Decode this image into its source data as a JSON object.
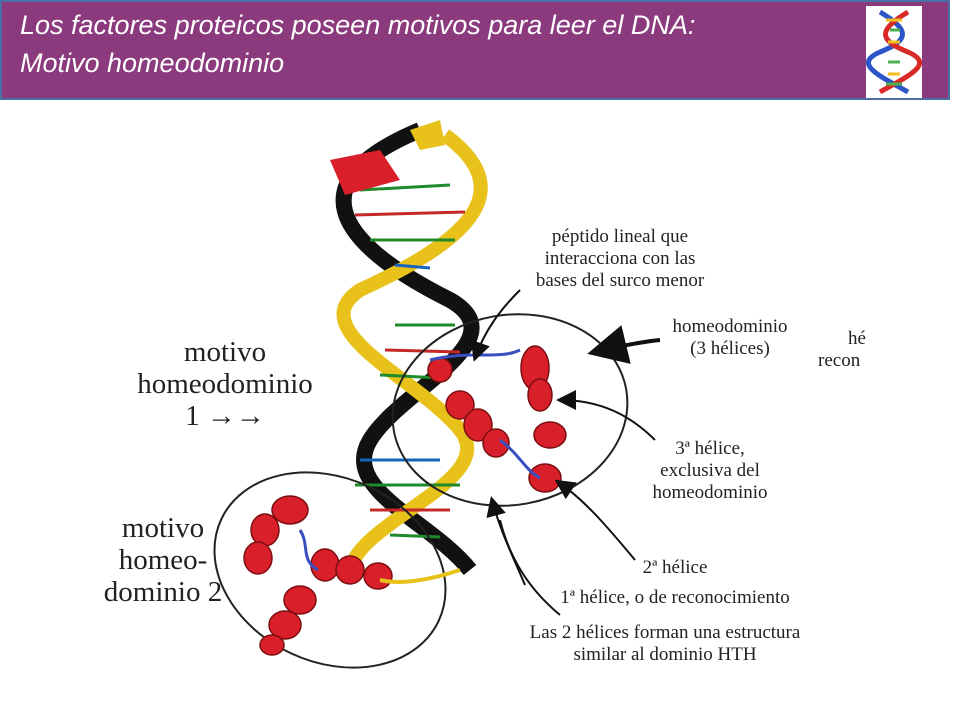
{
  "slide": {
    "title_line1": "Los factores proteicos poseen motivos para leer el DNA:",
    "title_line2": "Motivo homeodominio",
    "colors": {
      "header_bg": "#8b3a7e",
      "header_border": "#4a6fa5",
      "helix": "#d9202a",
      "dna_backbone": "#111111",
      "dna_strand": "#e8c21b"
    }
  },
  "logo": {
    "icon": "dna-double-helix-icon"
  },
  "labels": {
    "motivo1": {
      "line1": "motivo",
      "line2": "homeodominio",
      "line3": "1 →→"
    },
    "motivo2": {
      "line1": "motivo",
      "line2": "homeo-",
      "line3": "dominio 2"
    },
    "peptido": {
      "line1": "péptido lineal que",
      "line2": "interacciona con las",
      "line3": "bases del surco menor"
    },
    "homeodominio": {
      "line1": "homeodominio",
      "line2": "(3 hélices)"
    },
    "cut_right": {
      "line1": "hé",
      "line2": "recon"
    },
    "helice3": {
      "line1": "3ª hélice,",
      "line2": "exclusiva del",
      "line3": "homeodominio"
    },
    "helice2": {
      "text": "2ª hélice"
    },
    "helice1": {
      "text": "1ª hélice, o de reconocimiento"
    },
    "hth": {
      "line1": "Las 2 hélices forman una estructura",
      "line2": "similar al dominio HTH"
    }
  }
}
